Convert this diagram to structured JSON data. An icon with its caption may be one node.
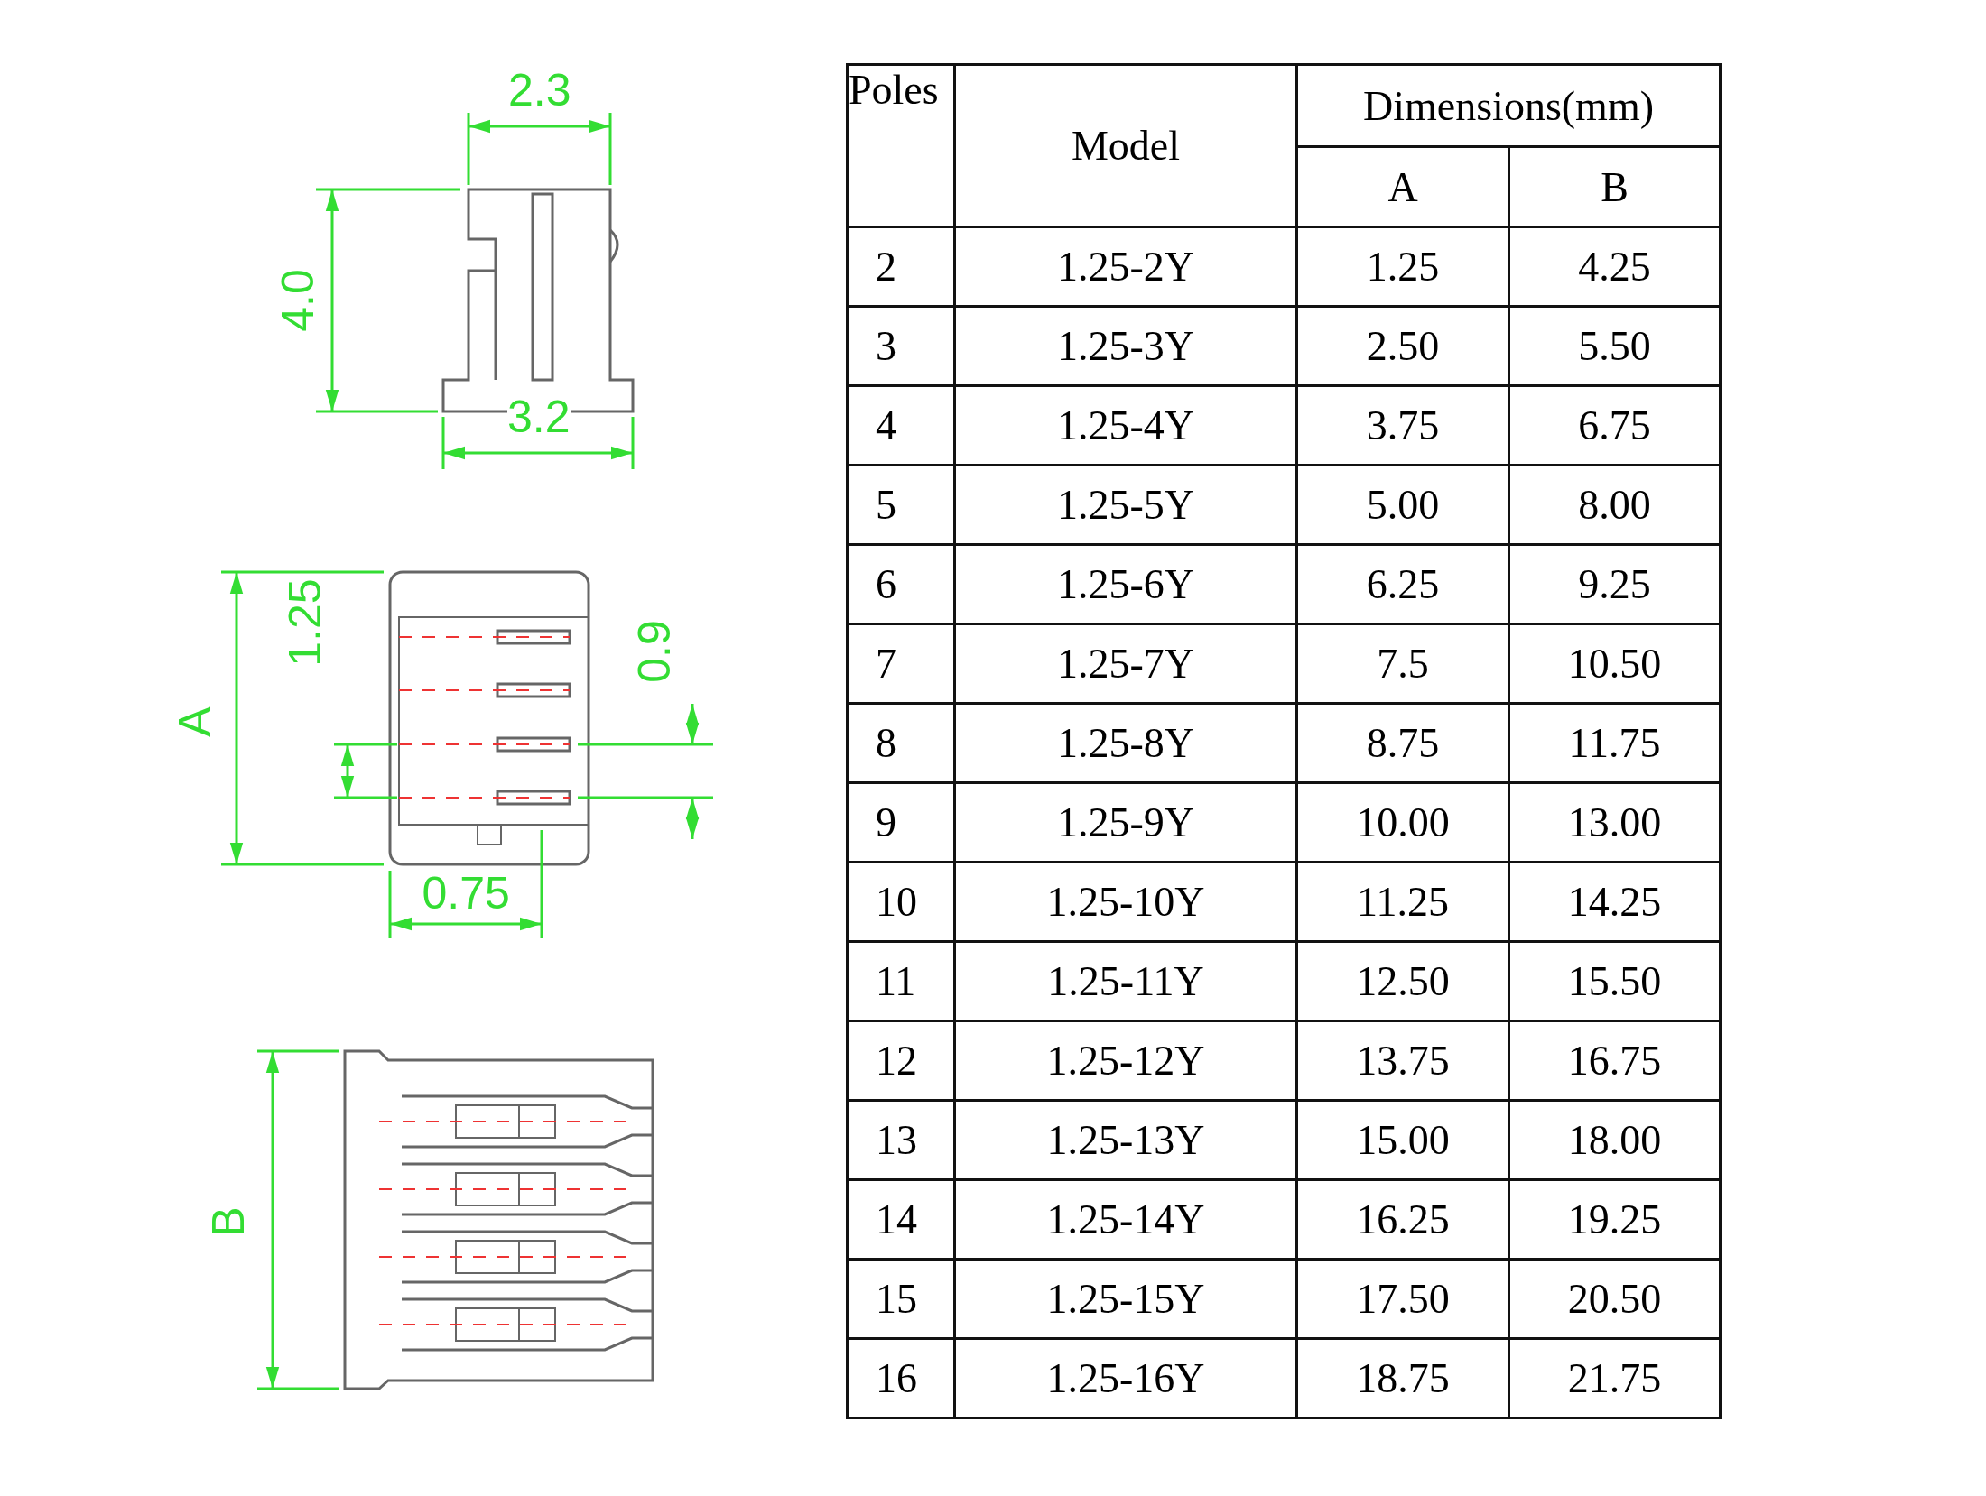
{
  "diagram": {
    "labels": [
      "2.3",
      "4.0",
      "3.2",
      "1.25",
      "A",
      "0.9",
      "0.75",
      "B",
      "Poles",
      "Model",
      "Dimensions(mm)",
      "A",
      "B",
      "2",
      "1.25-2Y",
      "1.25",
      "4.25",
      "3",
      "1.25-3Y",
      "2.50",
      "5.50",
      "4",
      "1.25-4Y",
      "3.75",
      "6.75",
      "5",
      "1.25-5Y",
      "5.00",
      "8.00",
      "6",
      "1.25-6Y",
      "6.25",
      "9.25",
      "7",
      "1.25-7Y",
      "7.5",
      "10.50",
      "8",
      "1.25-8Y",
      "8.75",
      "11.75",
      "9",
      "1.25-9Y",
      "10.00",
      "13.00",
      "10",
      "1.25-10Y",
      "11.25",
      "14.25",
      "11",
      "1.25-11Y",
      "12.50",
      "15.50",
      "12",
      "1.25-12Y",
      "13.75",
      "16.75",
      "13",
      "1.25-13Y",
      "15.00",
      "18.00",
      "14",
      "1.25-14Y",
      "16.25",
      "19.25",
      "15",
      "1.25-15Y",
      "17.50",
      "20.50",
      "16",
      "1.25-16Y",
      "18.75",
      "21.75"
    ]
  }
}
